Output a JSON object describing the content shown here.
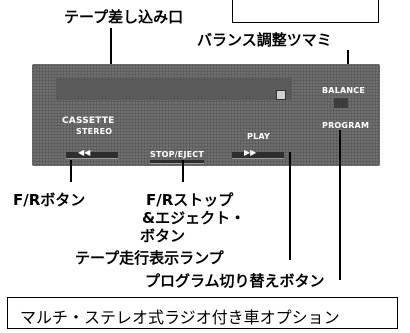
{
  "callouts": {
    "tape_slot": "テープ差し込み口",
    "balance_knob": "バランス調整ツマミ",
    "fr_button": "F/Rボタン",
    "fr_stop_eject_line1": "F/Rストップ",
    "fr_stop_eject_line2": "&エジェクト・",
    "fr_stop_eject_line3": "ボタン",
    "tape_lamp": "テープ走行表示ランプ",
    "program_button": "プログラム切り替えボタン"
  },
  "panel": {
    "cassette": "CASSETTE",
    "stereo": "STEREO",
    "play": "PLAY",
    "stop_eject": "STOP/EJECT",
    "balance": "BALANCE",
    "program": "PROGRAM",
    "rewind_glyph": "◀◀",
    "ff_glyph": "▶▶"
  },
  "caption": "マルチ・ステレオ式ラジオ付き車オプション"
}
